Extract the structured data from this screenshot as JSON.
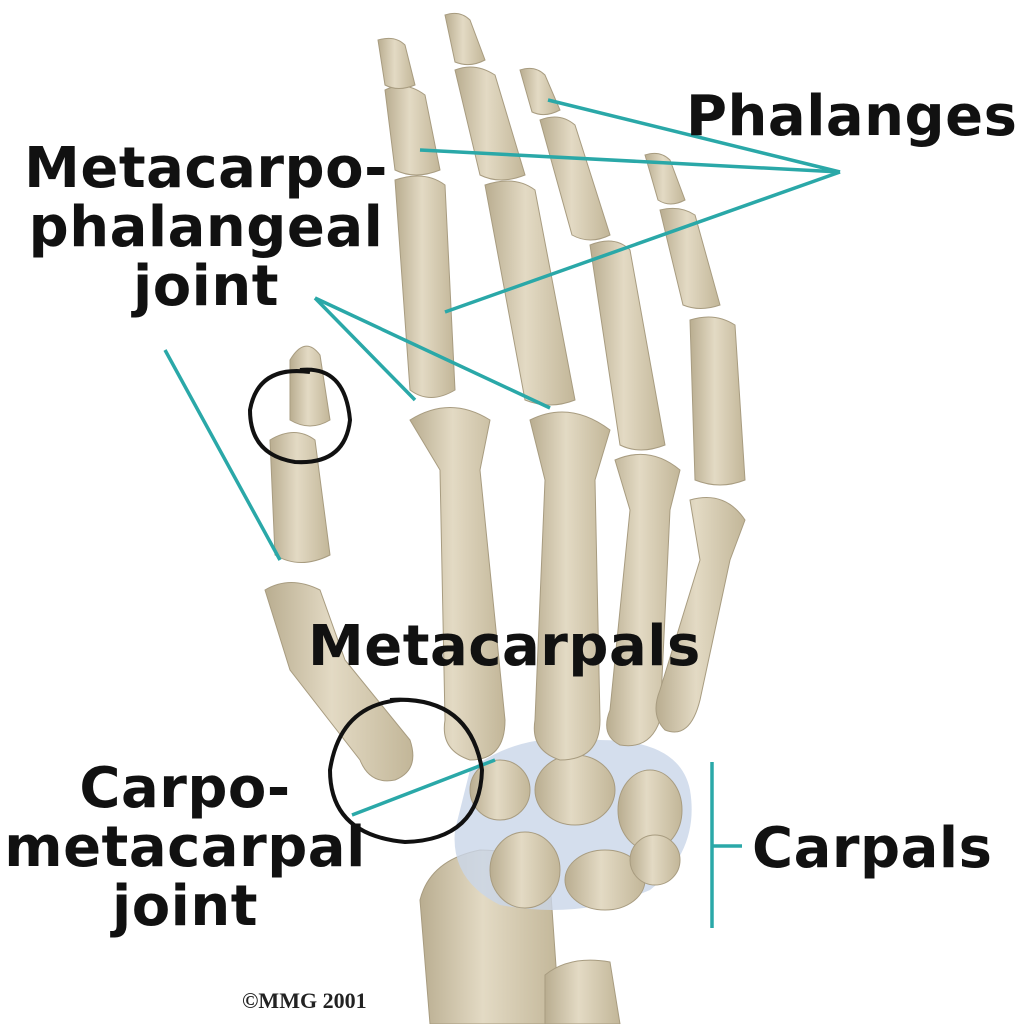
{
  "diagram": {
    "subject": "Bones of the hand (dorsal view)",
    "labels": {
      "phalanges": "Phalanges",
      "mcp_line1": "Metacarpo-",
      "mcp_line2": "phalangeal",
      "mcp_line3": "joint",
      "metacarpals": "Metacarpals",
      "cmc_line1": "Carpo-",
      "cmc_line2": "metacarpal",
      "cmc_line3": "joint",
      "carpals": "Carpals"
    },
    "copyright": "©MMG 2001",
    "colors": {
      "leader_line": "#2aa8a8",
      "bone": "#d9cfb6",
      "bone_shadow": "#b5a88a",
      "cartilage": "#c9d6e8",
      "circle": "#111111",
      "text": "#111111",
      "background": "#ffffff"
    }
  }
}
